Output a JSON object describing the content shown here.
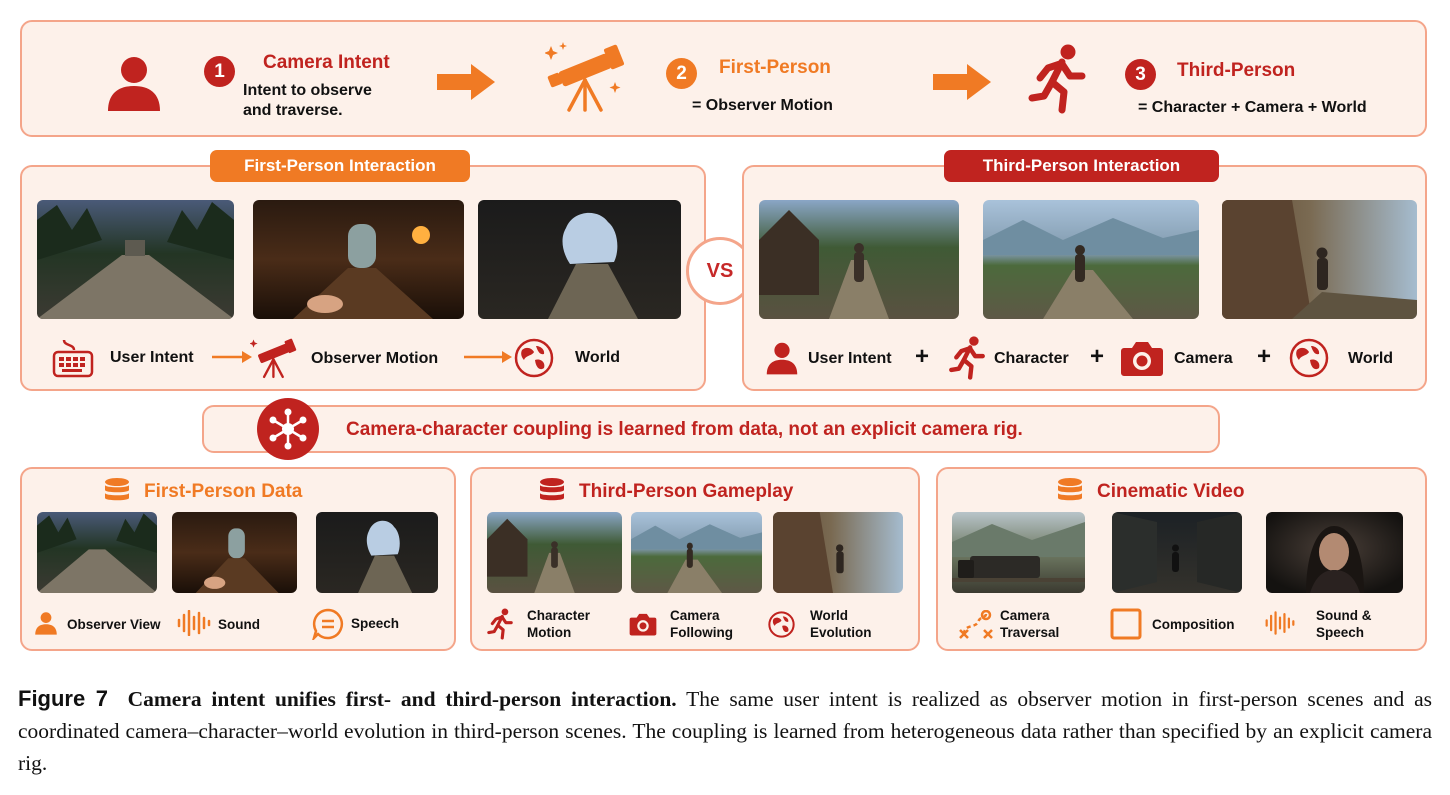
{
  "colors": {
    "red": "#c0231f",
    "orange": "#f07a24",
    "panel_border": "#f4a58a",
    "panel_fill": "#fdf1ea"
  },
  "top": {
    "step1": {
      "num": "1",
      "title": "Camera Intent",
      "desc_line1": "Intent to observe",
      "desc_line2": "and traverse."
    },
    "step2": {
      "num": "2",
      "title": "First-Person",
      "desc": "= Observer Motion"
    },
    "step3": {
      "num": "3",
      "title": "Third-Person",
      "desc": "= Character + Camera + World"
    }
  },
  "first_person": {
    "tab": "First-Person Interaction",
    "chain": {
      "user_intent": "User Intent",
      "observer_motion": "Observer Motion",
      "world": "World"
    }
  },
  "vs": "VS",
  "third_person": {
    "tab": "Third-Person Interaction",
    "chain": {
      "user_intent": "User Intent",
      "character": "Character",
      "camera": "Camera",
      "world": "World",
      "plus": "+"
    }
  },
  "coupling": {
    "text": "Camera-character coupling is learned from data, not an explicit camera rig."
  },
  "data_sections": {
    "first_person_data": {
      "title": "First-Person Data",
      "labels": {
        "observer_view": "Observer View",
        "sound": "Sound",
        "speech": "Speech"
      }
    },
    "third_person_gameplay": {
      "title": "Third-Person Gameplay",
      "labels": {
        "character_1": "Character",
        "character_2": "Motion",
        "camera_1": "Camera",
        "camera_2": "Following",
        "world_1": "World",
        "world_2": "Evolution"
      }
    },
    "cinematic_video": {
      "title": "Cinematic Video",
      "labels": {
        "traversal_1": "Camera",
        "traversal_2": "Traversal",
        "composition": "Composition",
        "sound_1": "Sound &",
        "sound_2": "Speech"
      }
    }
  },
  "caption": {
    "label": "Figure 7",
    "title": "Camera intent unifies first- and third-person interaction.",
    "body": "The same user intent is realized as observer motion in first-person scenes and as coordinated camera–character–world evolution in third-person scenes. The coupling is learned from heterogeneous data rather than specified by an explicit camera rig."
  }
}
